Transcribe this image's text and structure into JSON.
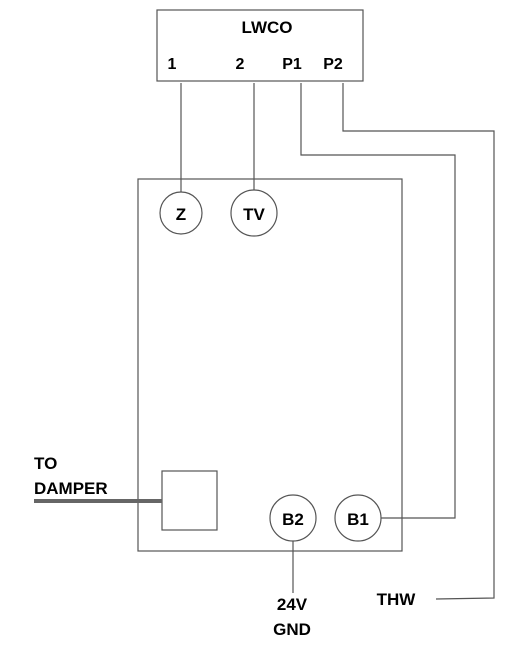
{
  "lwco": {
    "title": "LWCO",
    "terminals": [
      "1",
      "2",
      "P1",
      "P2"
    ]
  },
  "board": {
    "terminals": [
      "Z",
      "TV",
      "B2",
      "B1"
    ]
  },
  "labels": {
    "damper_line1": "TO",
    "damper_line2": "DAMPER",
    "power_line1": "24V",
    "power_line2": "GND",
    "thw": "THW"
  },
  "colors": {
    "line": "#555555",
    "stroke": "#555555",
    "damper_cable": "#666666",
    "text": "#000000"
  }
}
